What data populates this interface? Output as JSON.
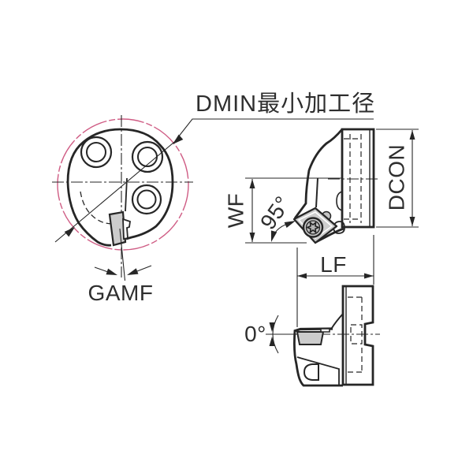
{
  "diagram": {
    "title_note": "DMIN最小加工径",
    "labels": {
      "dmin": "DMIN最小加工径",
      "gamf": "GAMF",
      "wf": "WF",
      "angle_95": "95°",
      "dcon": "DCON",
      "lf": "LF",
      "angle_0": "0°"
    },
    "colors": {
      "line": "#262626",
      "dmin_circle": "#cf5c84",
      "insert_fill": "#cccccc",
      "screw_fill": "#c0c0c0",
      "background": "#ffffff"
    }
  }
}
